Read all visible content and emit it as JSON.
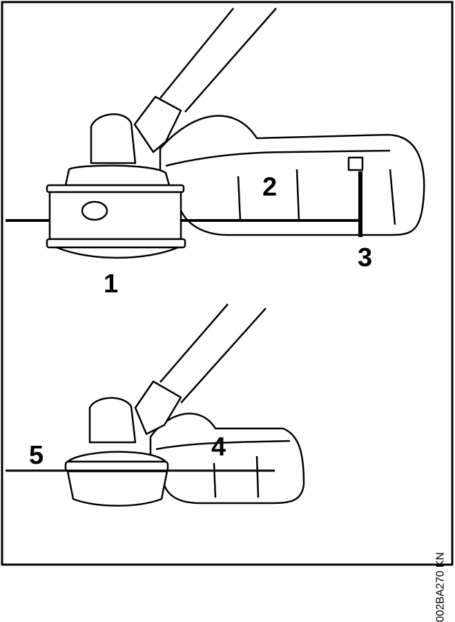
{
  "callouts": {
    "c1": "1",
    "c2": "2",
    "c3": "3",
    "c4": "4",
    "c5": "5"
  },
  "figure_code": "002BA270 KN",
  "colors": {
    "ink": "#000000",
    "paper": "#ffffff"
  }
}
